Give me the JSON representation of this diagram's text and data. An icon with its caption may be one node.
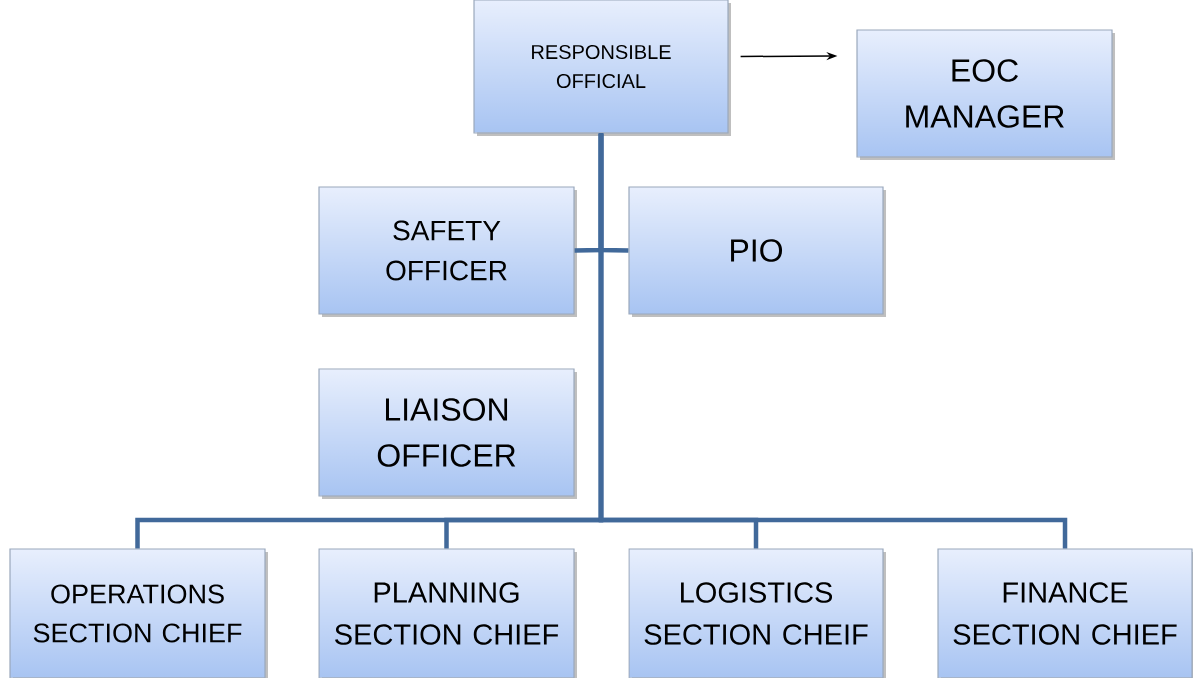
{
  "diagram": {
    "nodes": [
      {
        "text": [
          "RESPONSIBLE OFFICIAL"
        ]
      },
      {
        "text": [
          "EOC MANAGER"
        ]
      },
      {
        "text": [
          "SAFETY OFFICER"
        ]
      },
      {
        "text": [
          "PIO"
        ]
      },
      {
        "text": [
          "LIAISON OFFICER"
        ]
      },
      {
        "text": [
          "OPERATIONS SECTION CHIEF"
        ]
      },
      {
        "text": [
          "PLANNING SECTION CHIEF"
        ]
      },
      {
        "text": [
          "LOGISTICS SECTION CHEIF"
        ]
      },
      {
        "text": [
          "FINANCE SECTION CHIEF"
        ]
      }
    ],
    "edges": [
      {
        "from": 0,
        "to": 1,
        "arrow": "to",
        "color": "#000000"
      },
      {
        "from": 0,
        "to": 2,
        "arrow": "none"
      },
      {
        "from": 0,
        "to": 3,
        "arrow": "none"
      },
      {
        "from": 0,
        "to": 5,
        "arrow": "none"
      },
      {
        "from": 0,
        "to": 6,
        "arrow": "none"
      },
      {
        "from": 0,
        "to": 7,
        "arrow": "none"
      },
      {
        "from": 0,
        "to": 8,
        "arrow": "none"
      }
    ]
  }
}
